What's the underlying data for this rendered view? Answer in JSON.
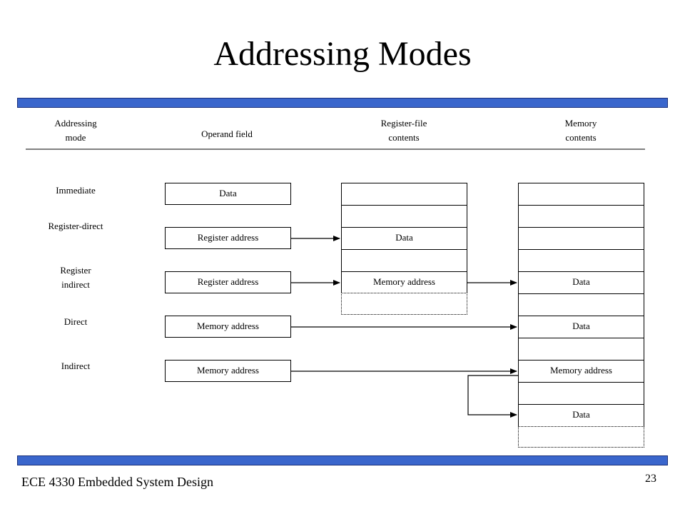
{
  "title": "Addressing Modes",
  "headers": {
    "addressing_mode": [
      "Addressing",
      "mode"
    ],
    "operand_field": "Operand field",
    "register_file": [
      "Register-file",
      "contents"
    ],
    "memory": [
      "Memory",
      "contents"
    ]
  },
  "modes": {
    "immediate": "Immediate",
    "register_direct": "Register-direct",
    "register_indirect": [
      "Register",
      "indirect"
    ],
    "direct": "Direct",
    "indirect": "Indirect"
  },
  "operand": {
    "immediate": "Data",
    "register_direct": "Register address",
    "register_indirect": "Register address",
    "direct": "Memory address",
    "indirect": "Memory address"
  },
  "regfile": {
    "cell_3": "Data",
    "cell_5": "Memory address"
  },
  "memory": {
    "cell_5": "Data",
    "cell_7": "Data",
    "cell_9": "Memory address",
    "cell_11": "Data"
  },
  "footer": "ECE 4330 Embedded System Design",
  "page_number": "23",
  "colors": {
    "bar": "#3a66cc"
  }
}
